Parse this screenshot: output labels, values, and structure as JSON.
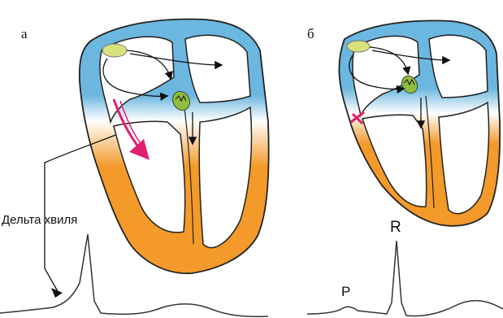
{
  "panel_a": {
    "label": "а"
  },
  "panel_b": {
    "label": "б"
  },
  "delta_wave_label": "Дельта хвиля",
  "ecg_labels": {
    "p": "P",
    "r": "R"
  },
  "colors": {
    "atrium_fill": "#6cb7df",
    "ventricle_fill": "#f39a2b",
    "node_sa": "#d8e27a",
    "node_av": "#8fbf3a",
    "accessory_path": "#e0206f",
    "outline": "#222222",
    "ecg_line": "#333333"
  }
}
